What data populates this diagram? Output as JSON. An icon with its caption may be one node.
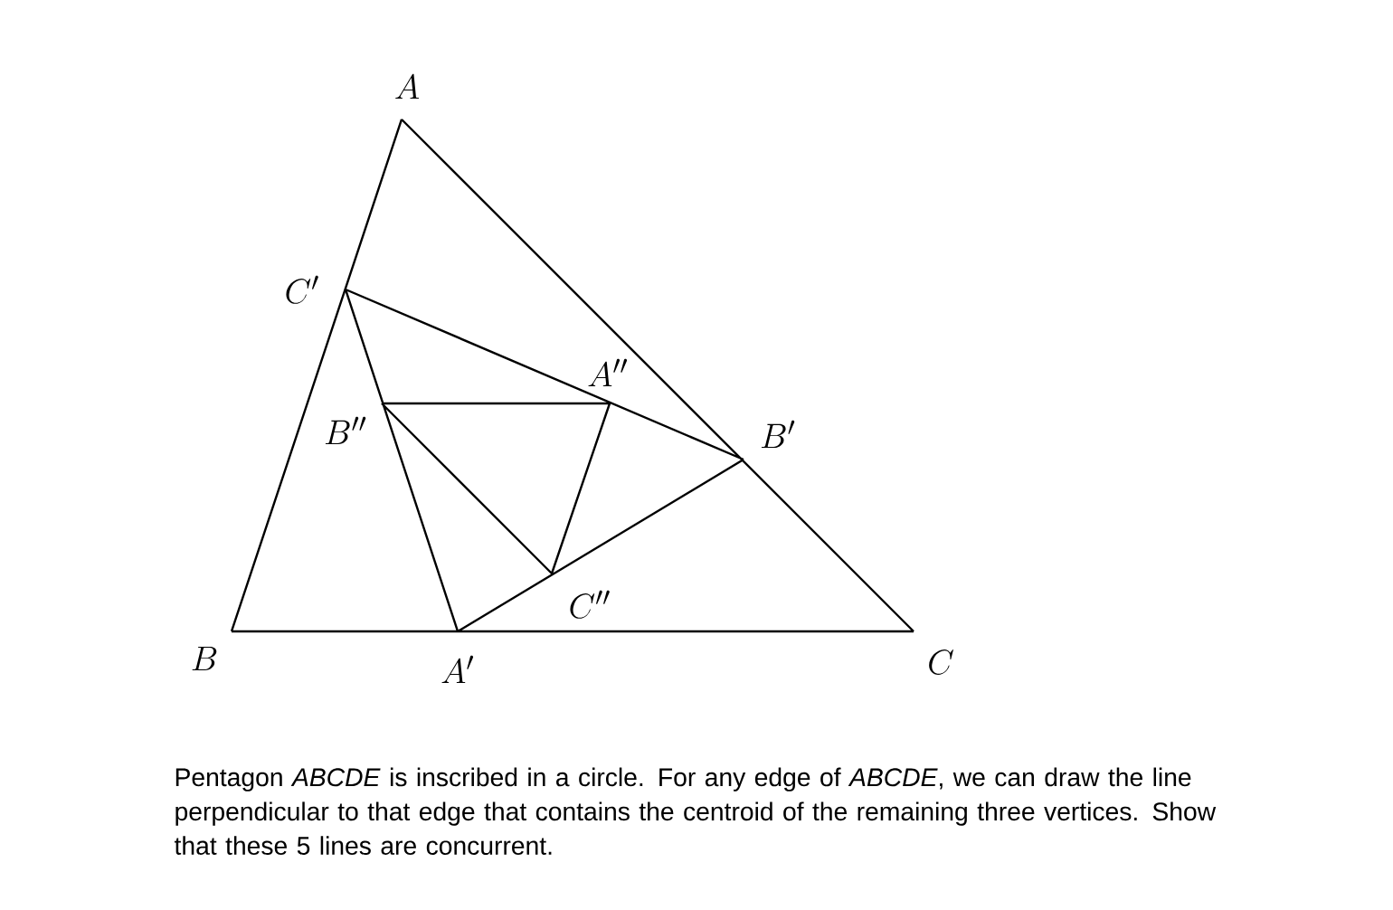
{
  "diagram": {
    "caption": "Pentagon *ABCDE* is inscribed in a circle. For any edge of *ABCDE*, we can draw the line perpendicular to that edge that contains the centroid of the remaining three vertices. Show that these 5 lines are concurrent.",
    "labels": [
      "A",
      "C'",
      "A''",
      "B''",
      "B'",
      "C''",
      "B",
      "A'",
      "C"
    ]
  }
}
